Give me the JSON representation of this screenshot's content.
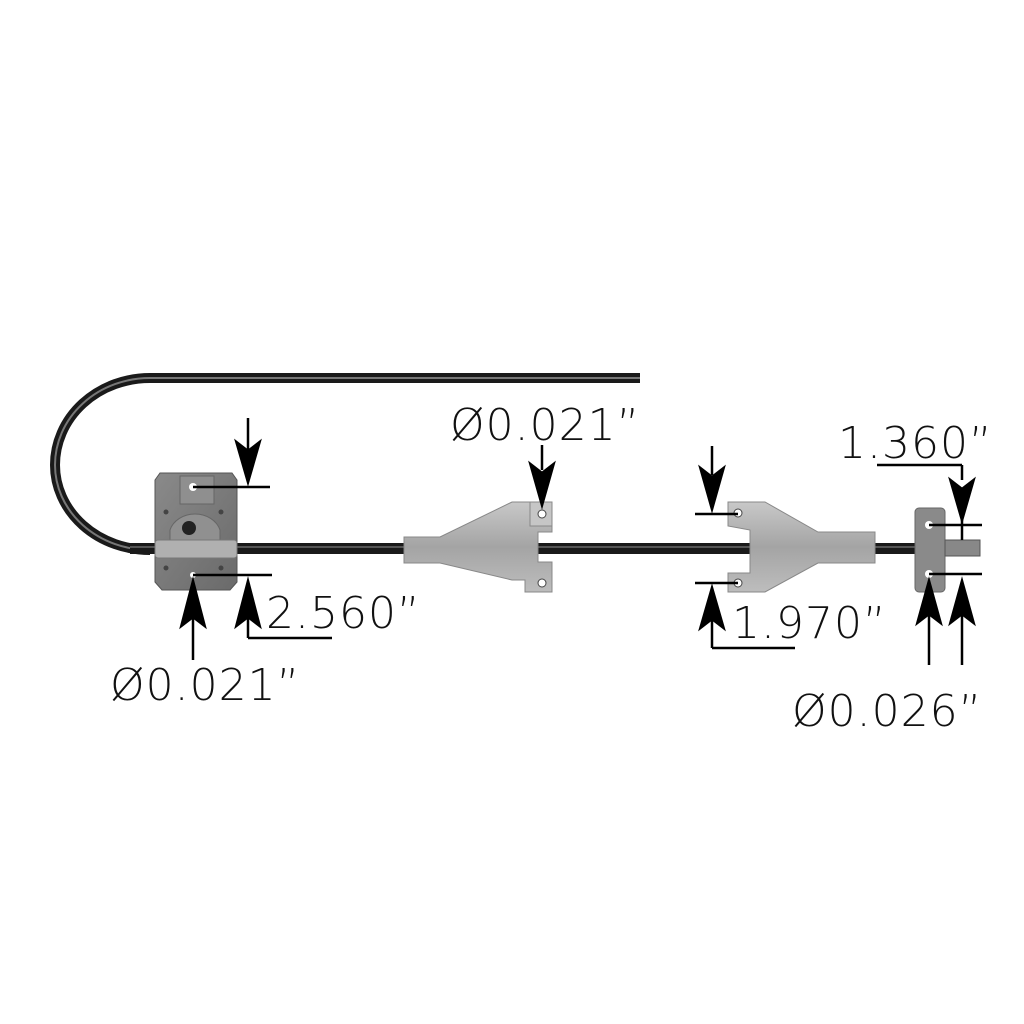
{
  "diagram": {
    "subject": "Window regulator cable assembly",
    "background_color": "#ffffff",
    "cable_color": "#1a1a1a",
    "bracket_color": "#a9a9a9",
    "dimension_line_color": "#000000"
  },
  "dimensions": {
    "left_hole_diameter": {
      "label": "⌀0.021”",
      "text": "Ø0.021”"
    },
    "left_spacing": {
      "label": "2.560”"
    },
    "center_hole_diameter": {
      "label": "Ø0.021”"
    },
    "center_spacing": {
      "label": "1.970”"
    },
    "right_spacing": {
      "label": "1.360”"
    },
    "right_hole_diameter": {
      "label": "Ø0.026”"
    }
  },
  "components": [
    {
      "name": "cable-loop",
      "description": "Black sheathed cable forming U-loop"
    },
    {
      "name": "left-mounting-plate",
      "description": "Dark gray plate with pulley housing"
    },
    {
      "name": "center-bracket",
      "description": "Silver triangular slider bracket"
    },
    {
      "name": "right-bracket",
      "description": "Silver triangular slider bracket"
    },
    {
      "name": "end-plate",
      "description": "Gray end mounting plate"
    }
  ]
}
